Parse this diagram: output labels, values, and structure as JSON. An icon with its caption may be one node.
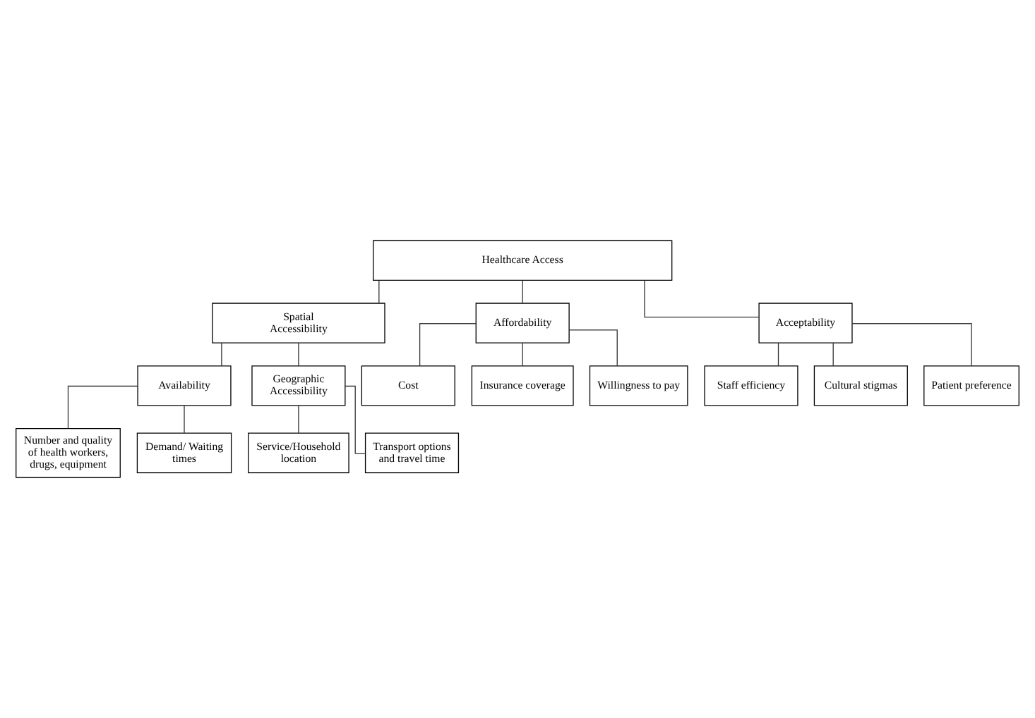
{
  "diagram": {
    "nodes": [
      {
        "text": [
          "Healthcare Access"
        ]
      },
      {
        "text": [
          "Spatial Accessibility"
        ]
      },
      {
        "text": [
          "Affordability"
        ]
      },
      {
        "text": [
          "Acceptability"
        ]
      },
      {
        "text": [
          "Availability"
        ]
      },
      {
        "text": [
          "Geographic Accessibility"
        ]
      },
      {
        "text": [
          "Number and quality of health workers, drugs, equipment"
        ]
      },
      {
        "text": [
          "Demand/ Waiting times"
        ]
      },
      {
        "text": [
          "Service/Household location"
        ]
      },
      {
        "text": [
          "Transport options and travel time"
        ]
      },
      {
        "text": [
          "Cost"
        ]
      },
      {
        "text": [
          "Insurance coverage"
        ]
      },
      {
        "text": [
          "Willingness to pay"
        ]
      },
      {
        "text": [
          "Staff efficiency"
        ]
      },
      {
        "text": [
          "Cultural stigmas"
        ]
      },
      {
        "text": [
          "Patient preference"
        ]
      }
    ],
    "edges": [
      {
        "from": 0,
        "to": 1,
        "arrow": "none"
      },
      {
        "from": 0,
        "to": 2,
        "arrow": "none"
      },
      {
        "from": 0,
        "to": 3,
        "arrow": "none"
      },
      {
        "from": 1,
        "to": 4,
        "arrow": "none"
      },
      {
        "from": 1,
        "to": 5,
        "arrow": "none"
      },
      {
        "from": 4,
        "to": 6,
        "arrow": "none"
      },
      {
        "from": 4,
        "to": 7,
        "arrow": "none"
      },
      {
        "from": 5,
        "to": 8,
        "arrow": "none"
      },
      {
        "from": 5,
        "to": 9,
        "arrow": "none"
      },
      {
        "from": 2,
        "to": 10,
        "arrow": "none"
      },
      {
        "from": 2,
        "to": 11,
        "arrow": "none"
      },
      {
        "from": 2,
        "to": 12,
        "arrow": "none"
      },
      {
        "from": 3,
        "to": 13,
        "arrow": "none"
      },
      {
        "from": 3,
        "to": 14,
        "arrow": "none"
      },
      {
        "from": 3,
        "to": 15,
        "arrow": "none"
      }
    ]
  }
}
